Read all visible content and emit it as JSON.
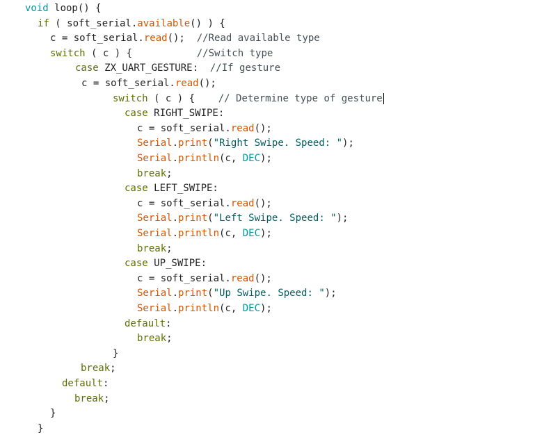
{
  "editor": {
    "colors": {
      "background": "#ffffff",
      "plain": "#222222",
      "keyword": "#5e6d03",
      "type_constant": "#00979c",
      "function": "#d35400",
      "comment": "#434f54",
      "string": "#005c5f"
    },
    "lines": [
      {
        "indent": 36,
        "tokens": [
          {
            "t": "void",
            "c": "type"
          },
          {
            "t": " loop() {",
            "c": "plain"
          }
        ]
      },
      {
        "indent": 54,
        "tokens": [
          {
            "t": "if",
            "c": "kw"
          },
          {
            "t": " ( soft_serial.",
            "c": "plain"
          },
          {
            "t": "available",
            "c": "fn"
          },
          {
            "t": "() ) {",
            "c": "plain"
          }
        ]
      },
      {
        "indent": 72,
        "tokens": [
          {
            "t": "c = soft_serial.",
            "c": "plain"
          },
          {
            "t": "read",
            "c": "fn"
          },
          {
            "t": "();  ",
            "c": "plain"
          },
          {
            "t": "//Read available type",
            "c": "cm"
          }
        ]
      },
      {
        "indent": 72,
        "tokens": [
          {
            "t": "switch",
            "c": "kw"
          },
          {
            "t": " ( c ) {           ",
            "c": "plain"
          },
          {
            "t": "//Switch type",
            "c": "cm"
          }
        ]
      },
      {
        "indent": 108,
        "tokens": [
          {
            "t": "case",
            "c": "kw"
          },
          {
            "t": " ZX_UART_GESTURE:  ",
            "c": "plain"
          },
          {
            "t": "//If gesture",
            "c": "cm"
          }
        ]
      },
      {
        "indent": 117,
        "tokens": [
          {
            "t": "c = soft_serial.",
            "c": "plain"
          },
          {
            "t": "read",
            "c": "fn"
          },
          {
            "t": "();",
            "c": "plain"
          }
        ]
      },
      {
        "indent": 162,
        "tokens": [
          {
            "t": "switch",
            "c": "kw"
          },
          {
            "t": " ( c ) {    ",
            "c": "plain"
          },
          {
            "t": "// Determine type of gesture",
            "c": "cm"
          }
        ],
        "caret": true
      },
      {
        "indent": 179,
        "tokens": [
          {
            "t": "case",
            "c": "kw"
          },
          {
            "t": " RIGHT_SWIPE:",
            "c": "plain"
          }
        ]
      },
      {
        "indent": 197,
        "tokens": [
          {
            "t": "c = soft_serial.",
            "c": "plain"
          },
          {
            "t": "read",
            "c": "fn"
          },
          {
            "t": "();",
            "c": "plain"
          }
        ]
      },
      {
        "indent": 197,
        "tokens": [
          {
            "t": "Serial",
            "c": "fn"
          },
          {
            "t": ".",
            "c": "plain"
          },
          {
            "t": "print",
            "c": "fn"
          },
          {
            "t": "(",
            "c": "plain"
          },
          {
            "t": "\"Right Swipe. Speed: \"",
            "c": "str"
          },
          {
            "t": ");",
            "c": "plain"
          }
        ]
      },
      {
        "indent": 197,
        "tokens": [
          {
            "t": "Serial",
            "c": "fn"
          },
          {
            "t": ".",
            "c": "plain"
          },
          {
            "t": "println",
            "c": "fn"
          },
          {
            "t": "(c, ",
            "c": "plain"
          },
          {
            "t": "DEC",
            "c": "type"
          },
          {
            "t": ");",
            "c": "plain"
          }
        ]
      },
      {
        "indent": 197,
        "tokens": [
          {
            "t": "break",
            "c": "kw"
          },
          {
            "t": ";",
            "c": "plain"
          }
        ]
      },
      {
        "indent": 179,
        "tokens": [
          {
            "t": "case",
            "c": "kw"
          },
          {
            "t": " LEFT_SWIPE:",
            "c": "plain"
          }
        ]
      },
      {
        "indent": 197,
        "tokens": [
          {
            "t": "c = soft_serial.",
            "c": "plain"
          },
          {
            "t": "read",
            "c": "fn"
          },
          {
            "t": "();",
            "c": "plain"
          }
        ]
      },
      {
        "indent": 197,
        "tokens": [
          {
            "t": "Serial",
            "c": "fn"
          },
          {
            "t": ".",
            "c": "plain"
          },
          {
            "t": "print",
            "c": "fn"
          },
          {
            "t": "(",
            "c": "plain"
          },
          {
            "t": "\"Left Swipe. Speed: \"",
            "c": "str"
          },
          {
            "t": ");",
            "c": "plain"
          }
        ]
      },
      {
        "indent": 197,
        "tokens": [
          {
            "t": "Serial",
            "c": "fn"
          },
          {
            "t": ".",
            "c": "plain"
          },
          {
            "t": "println",
            "c": "fn"
          },
          {
            "t": "(c, ",
            "c": "plain"
          },
          {
            "t": "DEC",
            "c": "type"
          },
          {
            "t": ");",
            "c": "plain"
          }
        ]
      },
      {
        "indent": 197,
        "tokens": [
          {
            "t": "break",
            "c": "kw"
          },
          {
            "t": ";",
            "c": "plain"
          }
        ]
      },
      {
        "indent": 179,
        "tokens": [
          {
            "t": "case",
            "c": "kw"
          },
          {
            "t": " UP_SWIPE:",
            "c": "plain"
          }
        ]
      },
      {
        "indent": 197,
        "tokens": [
          {
            "t": "c = soft_serial.",
            "c": "plain"
          },
          {
            "t": "read",
            "c": "fn"
          },
          {
            "t": "();",
            "c": "plain"
          }
        ]
      },
      {
        "indent": 197,
        "tokens": [
          {
            "t": "Serial",
            "c": "fn"
          },
          {
            "t": ".",
            "c": "plain"
          },
          {
            "t": "print",
            "c": "fn"
          },
          {
            "t": "(",
            "c": "plain"
          },
          {
            "t": "\"Up Swipe. Speed: \"",
            "c": "str"
          },
          {
            "t": ");",
            "c": "plain"
          }
        ]
      },
      {
        "indent": 197,
        "tokens": [
          {
            "t": "Serial",
            "c": "fn"
          },
          {
            "t": ".",
            "c": "plain"
          },
          {
            "t": "println",
            "c": "fn"
          },
          {
            "t": "(c, ",
            "c": "plain"
          },
          {
            "t": "DEC",
            "c": "type"
          },
          {
            "t": ");",
            "c": "plain"
          }
        ]
      },
      {
        "indent": 179,
        "tokens": [
          {
            "t": "default",
            "c": "kw"
          },
          {
            "t": ":",
            "c": "plain"
          }
        ]
      },
      {
        "indent": 197,
        "tokens": [
          {
            "t": "break",
            "c": "kw"
          },
          {
            "t": ";",
            "c": "plain"
          }
        ]
      },
      {
        "indent": 162,
        "tokens": [
          {
            "t": "}",
            "c": "plain"
          }
        ]
      },
      {
        "indent": 116,
        "tokens": [
          {
            "t": "break",
            "c": "kw"
          },
          {
            "t": ";",
            "c": "plain"
          }
        ]
      },
      {
        "indent": 89,
        "tokens": [
          {
            "t": "default",
            "c": "kw"
          },
          {
            "t": ":",
            "c": "plain"
          }
        ]
      },
      {
        "indent": 107,
        "tokens": [
          {
            "t": "break",
            "c": "kw"
          },
          {
            "t": ";",
            "c": "plain"
          }
        ]
      },
      {
        "indent": 72,
        "tokens": [
          {
            "t": "}",
            "c": "plain"
          }
        ]
      },
      {
        "indent": 54,
        "tokens": [
          {
            "t": "}",
            "c": "plain"
          }
        ]
      }
    ]
  }
}
